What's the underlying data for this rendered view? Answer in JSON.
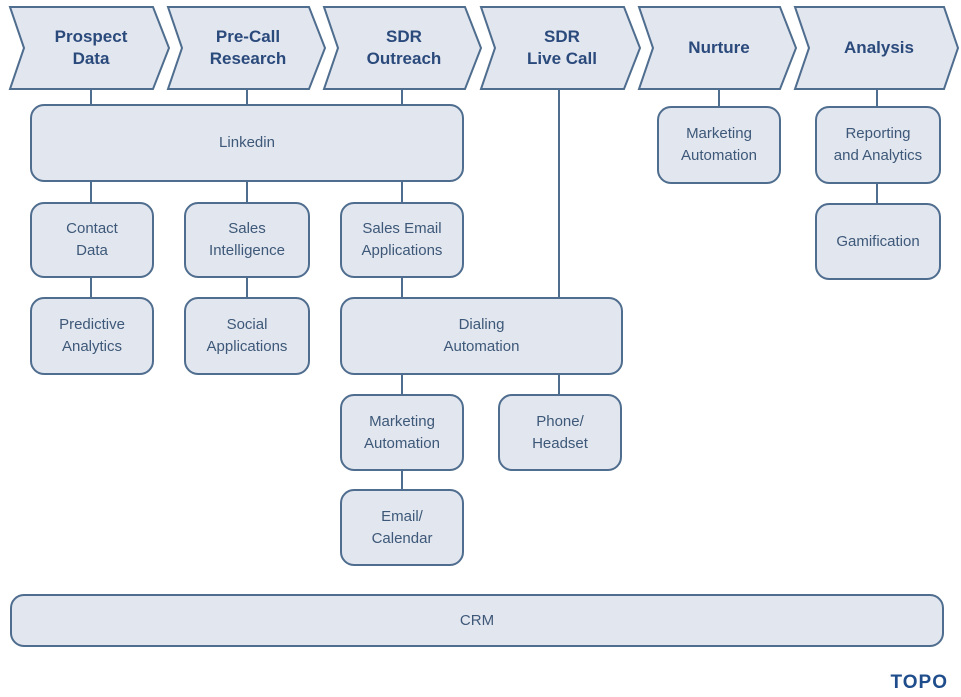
{
  "stages": [
    {
      "id": "prospect-data",
      "lines": [
        "Prospect",
        "Data"
      ]
    },
    {
      "id": "pre-call-research",
      "lines": [
        "Pre-Call",
        "Research"
      ]
    },
    {
      "id": "sdr-outreach",
      "lines": [
        "SDR",
        "Outreach"
      ]
    },
    {
      "id": "sdr-live-call",
      "lines": [
        "SDR",
        "Live Call"
      ]
    },
    {
      "id": "nurture",
      "lines": [
        "Nurture"
      ]
    },
    {
      "id": "analysis",
      "lines": [
        "Analysis"
      ]
    }
  ],
  "nodes": {
    "linkedin": [
      "Linkedin"
    ],
    "contact_data": [
      "Contact",
      "Data"
    ],
    "predictive_analytics": [
      "Predictive",
      "Analytics"
    ],
    "sales_intelligence": [
      "Sales",
      "Intelligence"
    ],
    "social_applications": [
      "Social",
      "Applications"
    ],
    "sales_email_applications": [
      "Sales Email",
      "Applications"
    ],
    "dialing_automation": [
      "Dialing",
      "Automation"
    ],
    "marketing_automation_outreach": [
      "Marketing",
      "Automation"
    ],
    "email_calendar": [
      "Email/",
      "Calendar"
    ],
    "phone_headset": [
      "Phone/",
      "Headset"
    ],
    "marketing_automation_nurture": [
      "Marketing",
      "Automation"
    ],
    "reporting_and_analytics": [
      "Reporting",
      "and Analytics"
    ],
    "gamification": [
      "Gamification"
    ],
    "crm": [
      "CRM"
    ]
  },
  "brand": "TOPO",
  "colors": {
    "chevron_fill": "#e2e6ef",
    "chevron_stroke": "#4f6d8e",
    "stage_text": "#2b4a7c",
    "node_text": "#3d5878",
    "brand": "#1f4d8c"
  }
}
